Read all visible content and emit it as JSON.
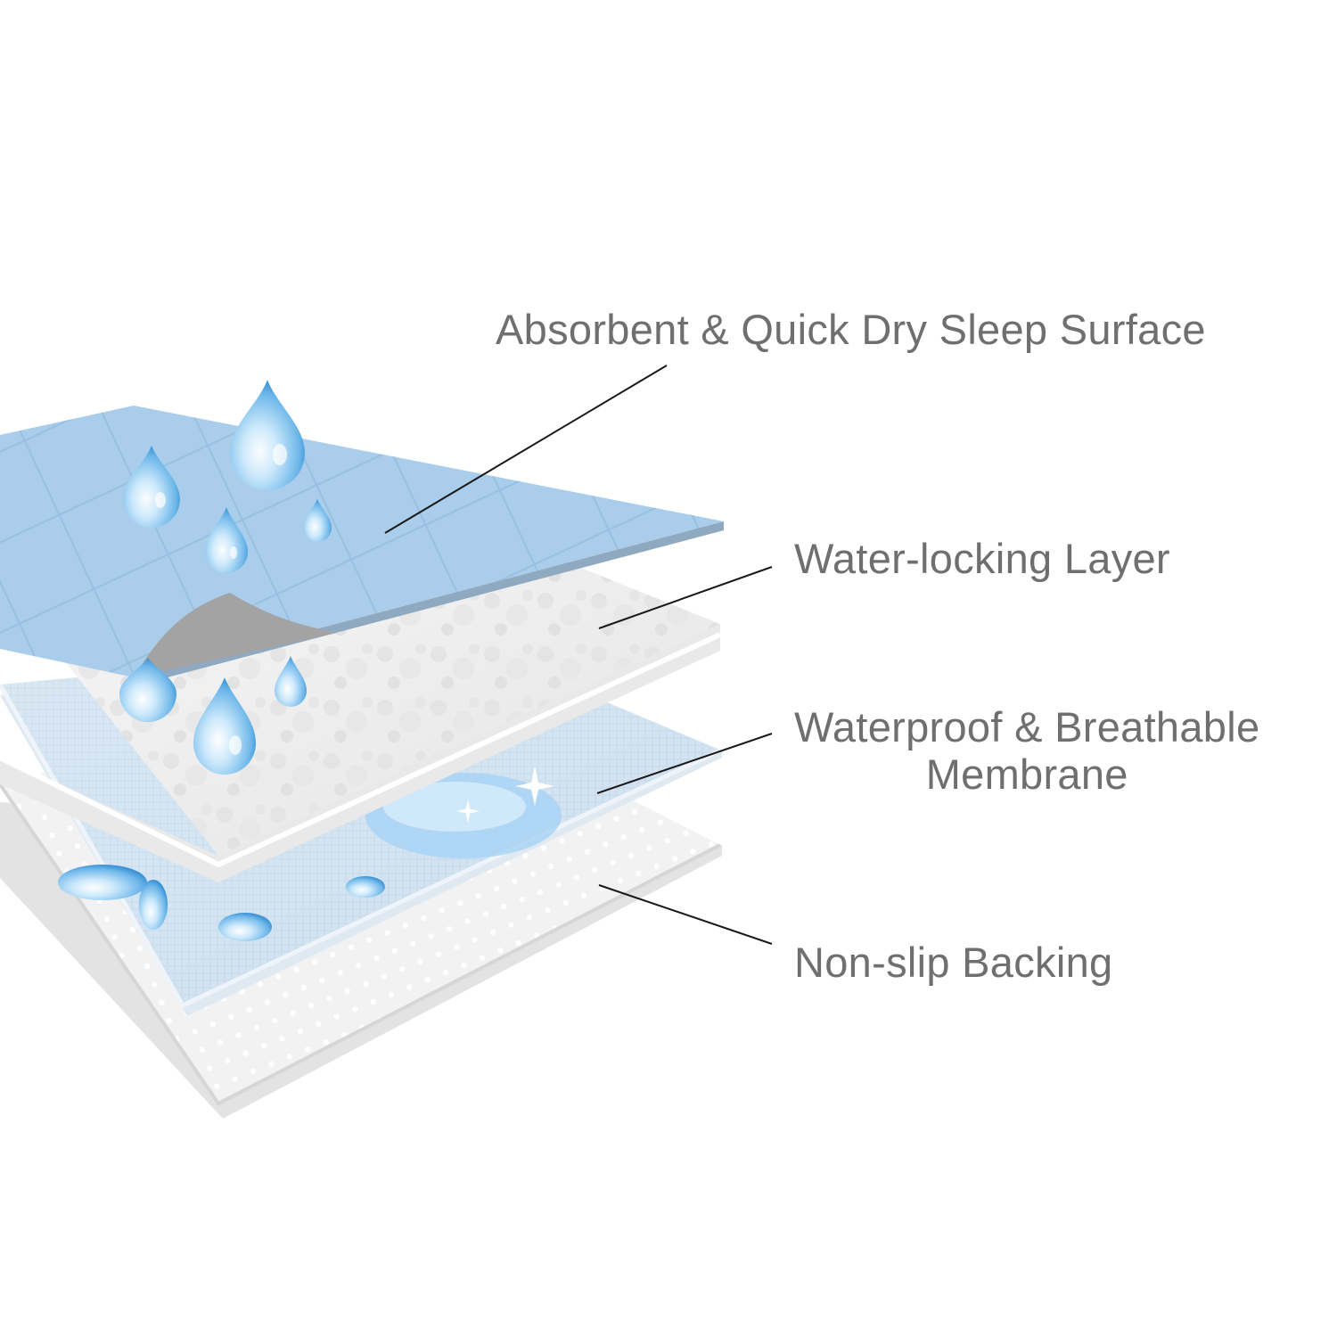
{
  "labels": {
    "sleep_surface": "Absorbent & Quick Dry Sleep Surface",
    "water_locking": "Water-locking Layer",
    "membrane_line1": "Waterproof & Breathable",
    "membrane_line2": "Membrane",
    "backing": "Non-slip Backing"
  },
  "colors": {
    "top_layer": "#a9cdea",
    "top_layer_stitch": "#8fbbe0",
    "fold_underside": "#a3a3a3",
    "foam_layer": "#f1f1f1",
    "membrane_layer": "#d7e6f2",
    "backing_layer": "#f4f4f4",
    "edge": "#d5d5d5",
    "leader_line": "#1a1a1a",
    "label_text": "#6f6f6f"
  },
  "icons": [
    "water-drop-icon",
    "sparkle-icon"
  ]
}
